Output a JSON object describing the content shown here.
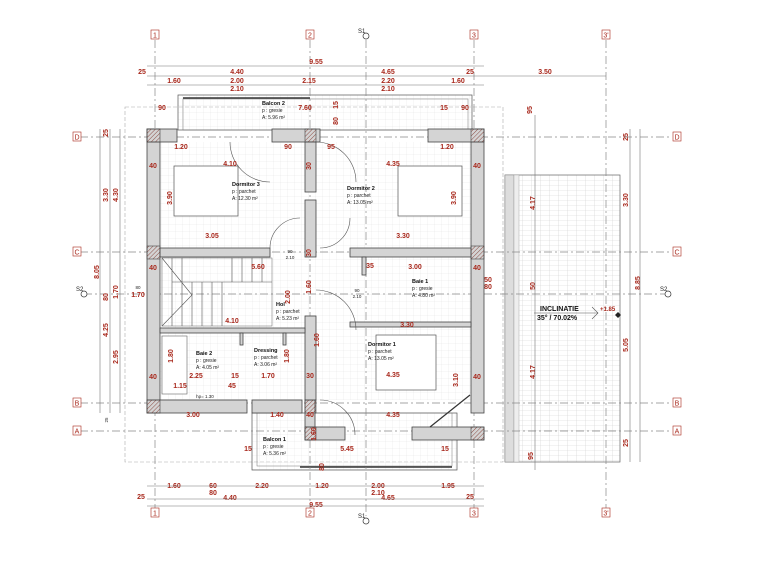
{
  "colors": {
    "dimension": "#a8281c",
    "wall": "#d4d4d4",
    "axis": "#888888",
    "text": "#222222"
  },
  "grid_axes": {
    "vertical": [
      "1",
      "2",
      "3",
      "3'"
    ],
    "horizontal": [
      "D",
      "C",
      "B",
      "A"
    ],
    "sections": [
      "S1",
      "S2"
    ]
  },
  "rooms": [
    {
      "name": "Balcon 2",
      "floor": "p : gresie",
      "area": "A: 5.96 m²"
    },
    {
      "name": "Dormitor 3",
      "floor": "p : parchet",
      "area": "A: 12.30 m²"
    },
    {
      "name": "Dormitor 2",
      "floor": "p : parchet",
      "area": "A: 13.05 m²"
    },
    {
      "name": "Baie 1",
      "floor": "p : gresie",
      "area": "A: 4.80 m²"
    },
    {
      "name": "Hol",
      "floor": "p : parchet",
      "area": "A: 5.23 m²"
    },
    {
      "name": "Baie 2",
      "floor": "p : gresie",
      "area": "A: 4.05 m²"
    },
    {
      "name": "Dressing",
      "floor": "p : parchet",
      "area": "A: 3.06 m²"
    },
    {
      "name": "Dormitor 1",
      "floor": "p : parchet",
      "area": "A: 13.05 m²"
    },
    {
      "name": "Balcon 1",
      "floor": "p : gresie",
      "area": "A: 5.36 m²"
    }
  ],
  "roof": {
    "label": "INCLINATIE",
    "slope": "35° / 70.02%",
    "elevation": "+1.85"
  },
  "dimensions": [
    "9.55",
    "25",
    "4.40",
    "4.65",
    "25",
    "3.50",
    "1.60",
    "2.00",
    "2.10",
    "2.15",
    "2.20",
    "2.10",
    "1.60",
    "90",
    "7.60",
    "15",
    "90",
    "15",
    "80",
    "95",
    "1.20",
    "90",
    "95",
    "1.20",
    "4.10",
    "4.35",
    "30",
    "3.90",
    "3.90",
    "3.05",
    "3.30",
    "30",
    "40",
    "40",
    "40",
    "40",
    "5.60",
    "3.00",
    "35",
    "4.10",
    "3.30",
    "2.25",
    "15",
    "1.70",
    "30",
    "4.35",
    "1.15",
    "45",
    "40",
    "40",
    "3.00",
    "1.40",
    "40",
    "4.35",
    "15",
    "5.45",
    "15",
    "1.60",
    "1.80",
    "1.80",
    "2.00",
    "1.60",
    "3.10",
    "1.60",
    "80",
    "1.60",
    "60",
    "80",
    "2.20",
    "1.20",
    "2.00",
    "2.10",
    "1.95",
    "25",
    "4.40",
    "4.65",
    "25",
    "9.55",
    "8.05",
    "3.30",
    "4.30",
    "25",
    "4.25",
    "2.95",
    "80",
    "1.70",
    "25",
    "80",
    "1.70",
    "25",
    "3.30",
    "8.85",
    "5.05",
    "25",
    "4.17",
    "50",
    "4.17",
    "95",
    "50",
    "80",
    "90",
    "2.10",
    "90",
    "2.10",
    "hp= 1.30"
  ]
}
